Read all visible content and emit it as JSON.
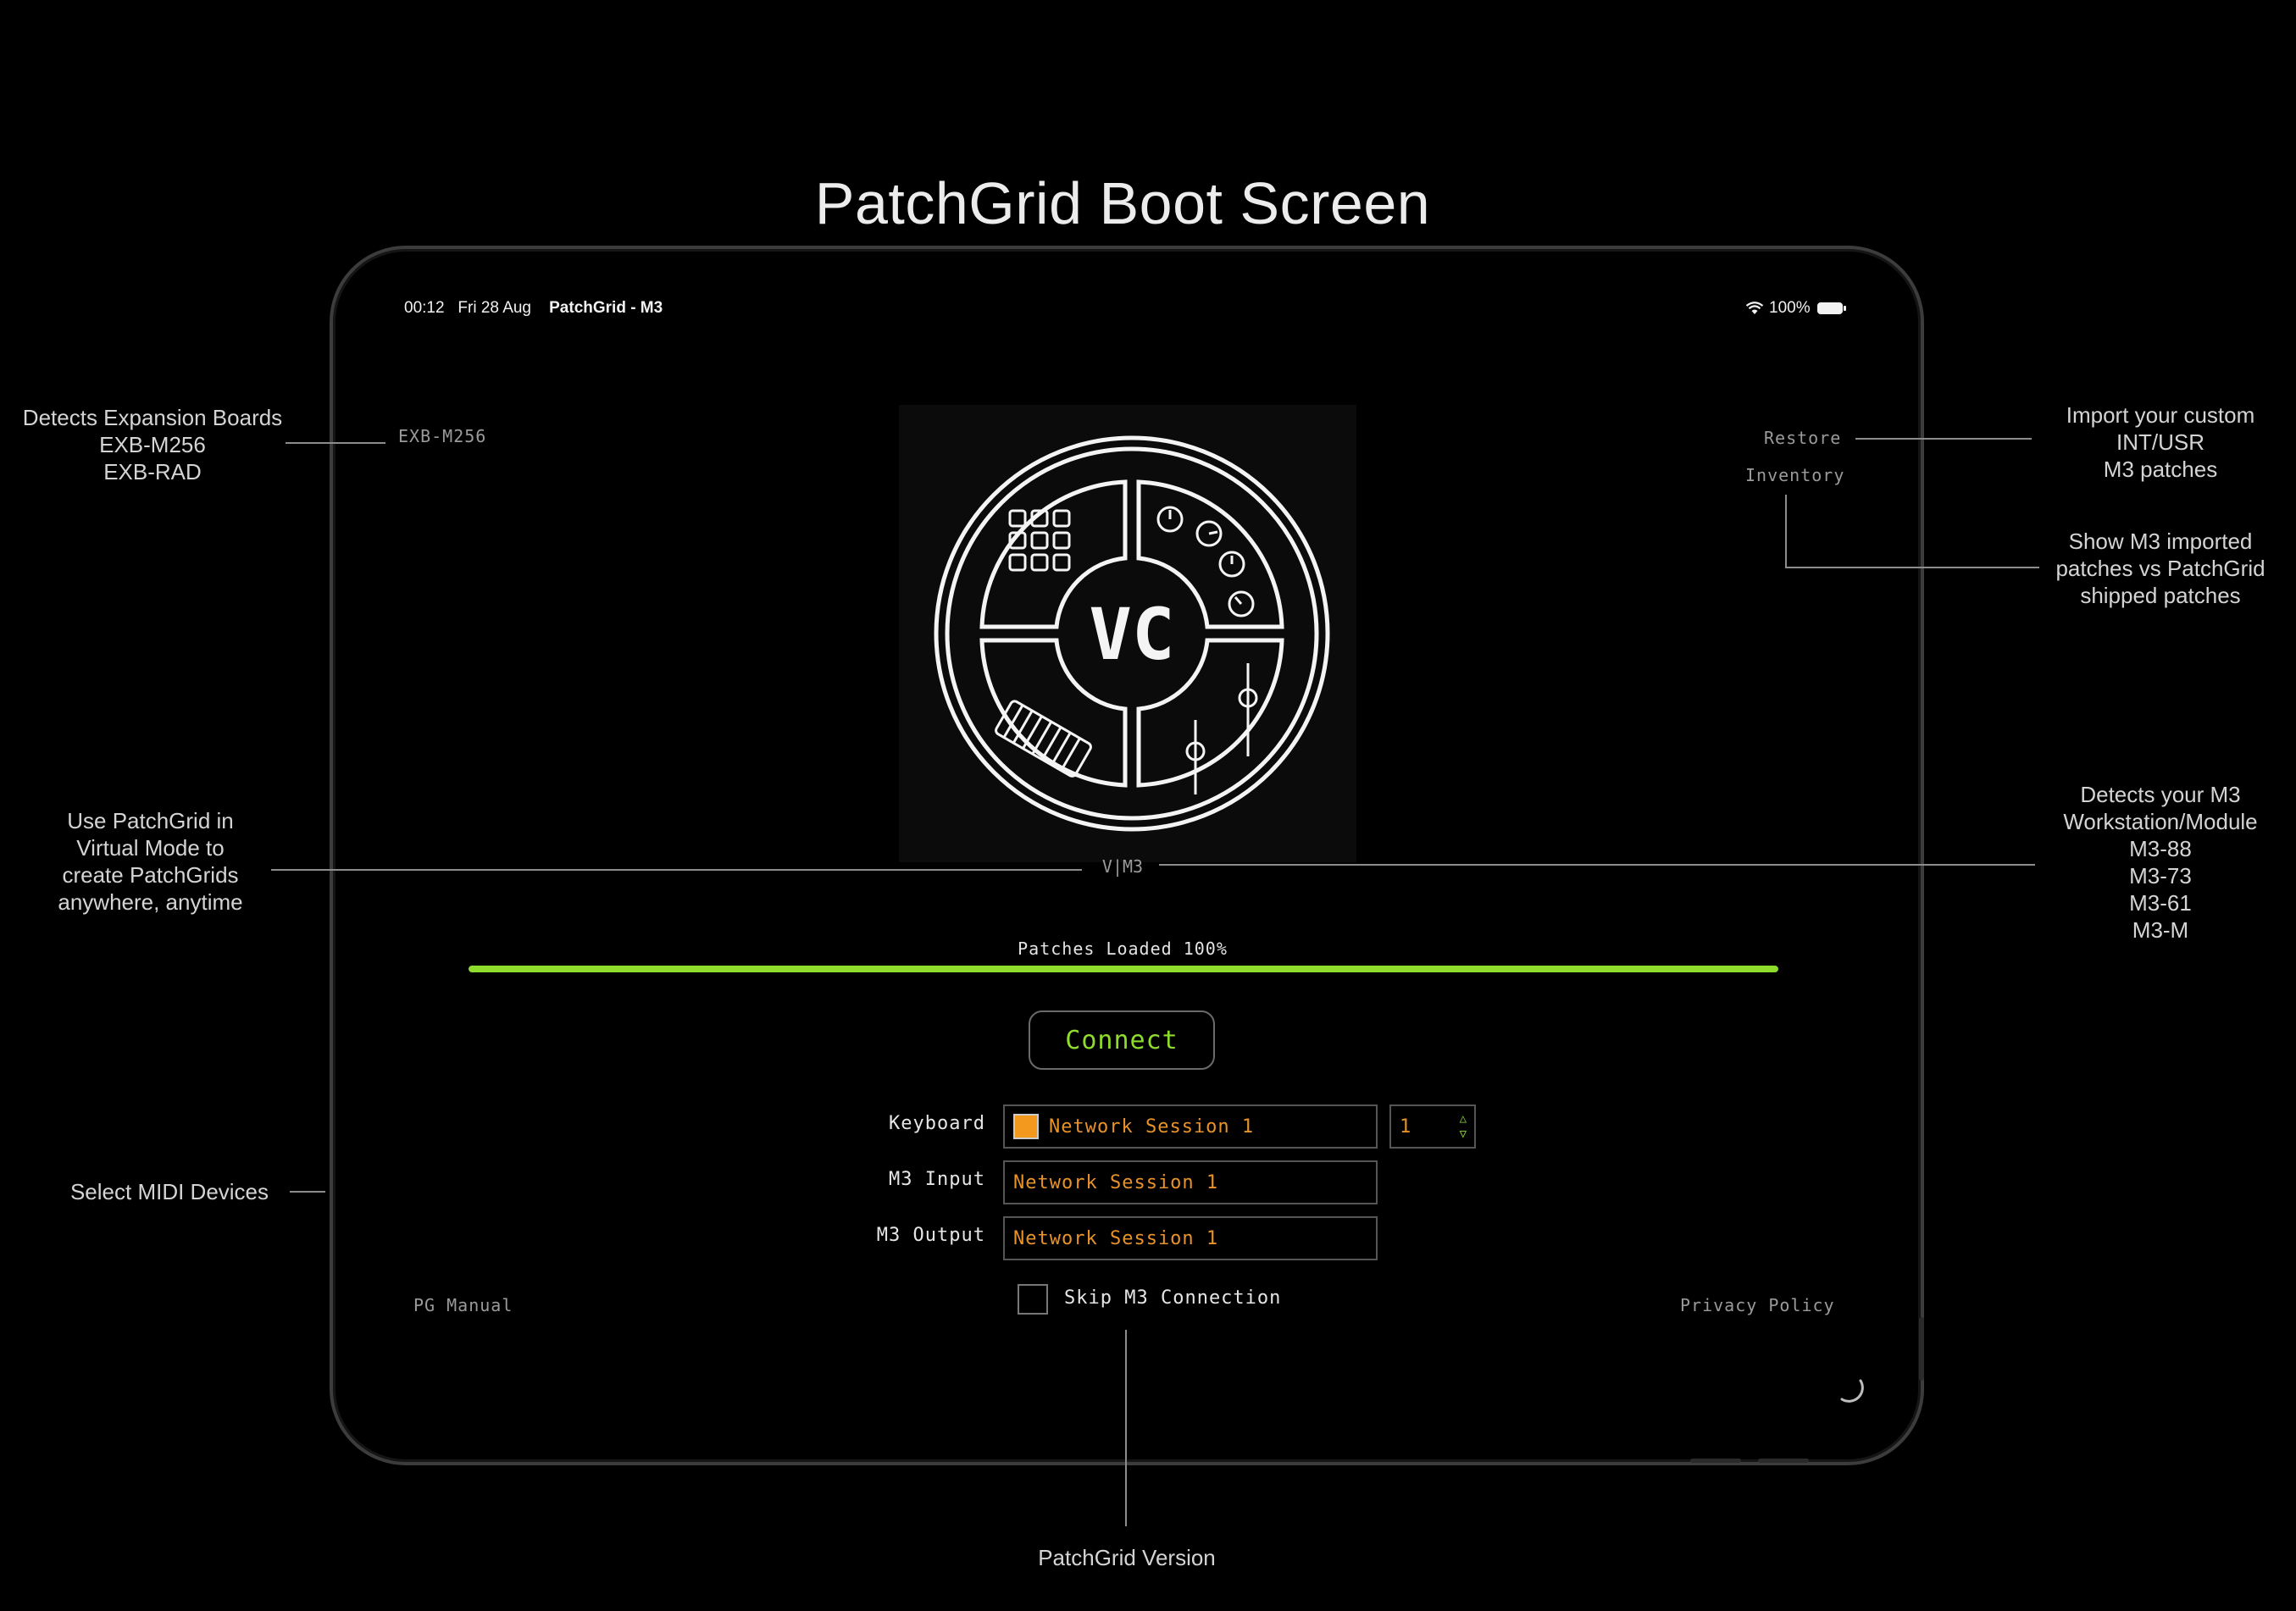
{
  "page_title": "PatchGrid Boot Screen",
  "status_bar": {
    "time": "00:12",
    "date": "Fri 28 Aug",
    "app": "PatchGrid - M3",
    "battery": "100%"
  },
  "top_left_link": "EXB-M256",
  "top_right": {
    "restore": "Restore",
    "inventory": "Inventory"
  },
  "logo": {
    "text": "VC"
  },
  "version": "V|M3",
  "progress": {
    "label": "Patches Loaded 100%",
    "percent": 100
  },
  "connect_label": "Connect",
  "midi": {
    "keyboard_label": "Keyboard",
    "keyboard_value": "Network Session 1",
    "keyboard_channel": "1",
    "input_label": "M3 Input",
    "input_value": "Network Session 1",
    "output_label": "M3 Output",
    "output_value": "Network Session 1",
    "skip_label": "Skip M3 Connection"
  },
  "footer": {
    "manual": "PG Manual",
    "privacy": "Privacy Policy"
  },
  "annotations": {
    "expansion": "Detects Expansion Boards\nEXB-M256\nEXB-RAD",
    "virtual_mode": "Use PatchGrid in\nVirtual Mode to\ncreate PatchGrids\nanywhere, anytime",
    "midi_devices": "Select MIDI Devices",
    "import": "Import your custom\nINT/USR\nM3 patches",
    "inventory": "Show M3 imported\npatches vs PatchGrid\nshipped patches",
    "detects_m3": "Detects your M3\nWorkstation/Module\nM3-88\nM3-73\nM3-61\nM3-M",
    "version": "PatchGrid Version"
  },
  "colors": {
    "accent_green": "#8edc2c",
    "field_orange": "#e8922a",
    "swatch_orange": "#f39a1e"
  }
}
